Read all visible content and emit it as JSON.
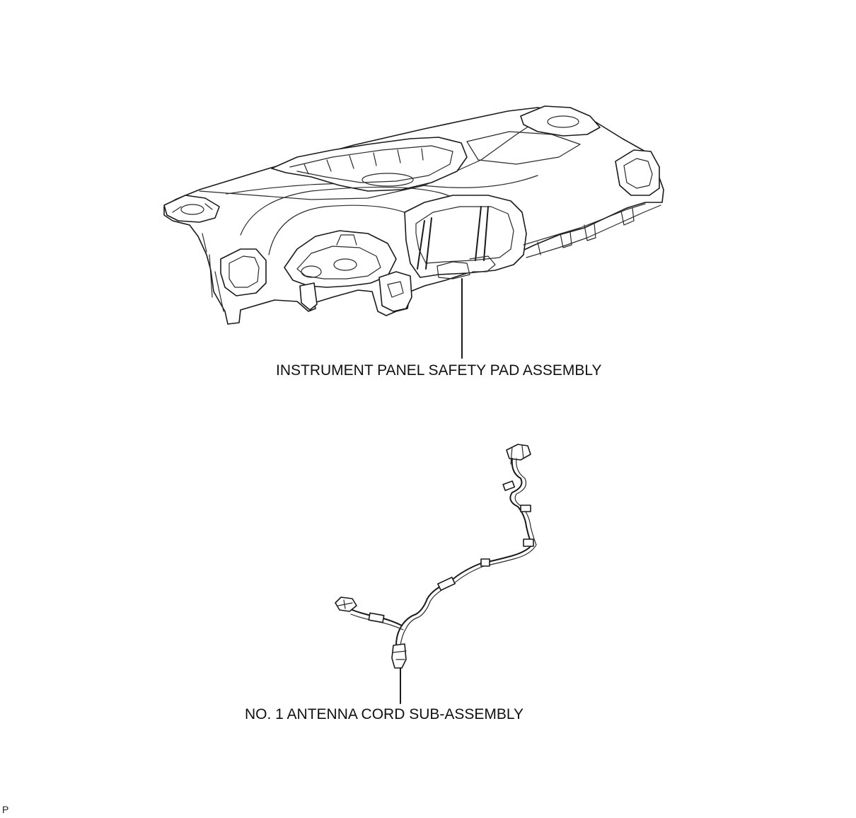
{
  "labels": {
    "pad": "INSTRUMENT PANEL SAFETY PAD ASSEMBLY",
    "cord": "NO. 1 ANTENNA CORD SUB-ASSEMBLY"
  },
  "corner_mark": "P",
  "colors": {
    "line": "#1a1a1a",
    "background": "#ffffff"
  }
}
